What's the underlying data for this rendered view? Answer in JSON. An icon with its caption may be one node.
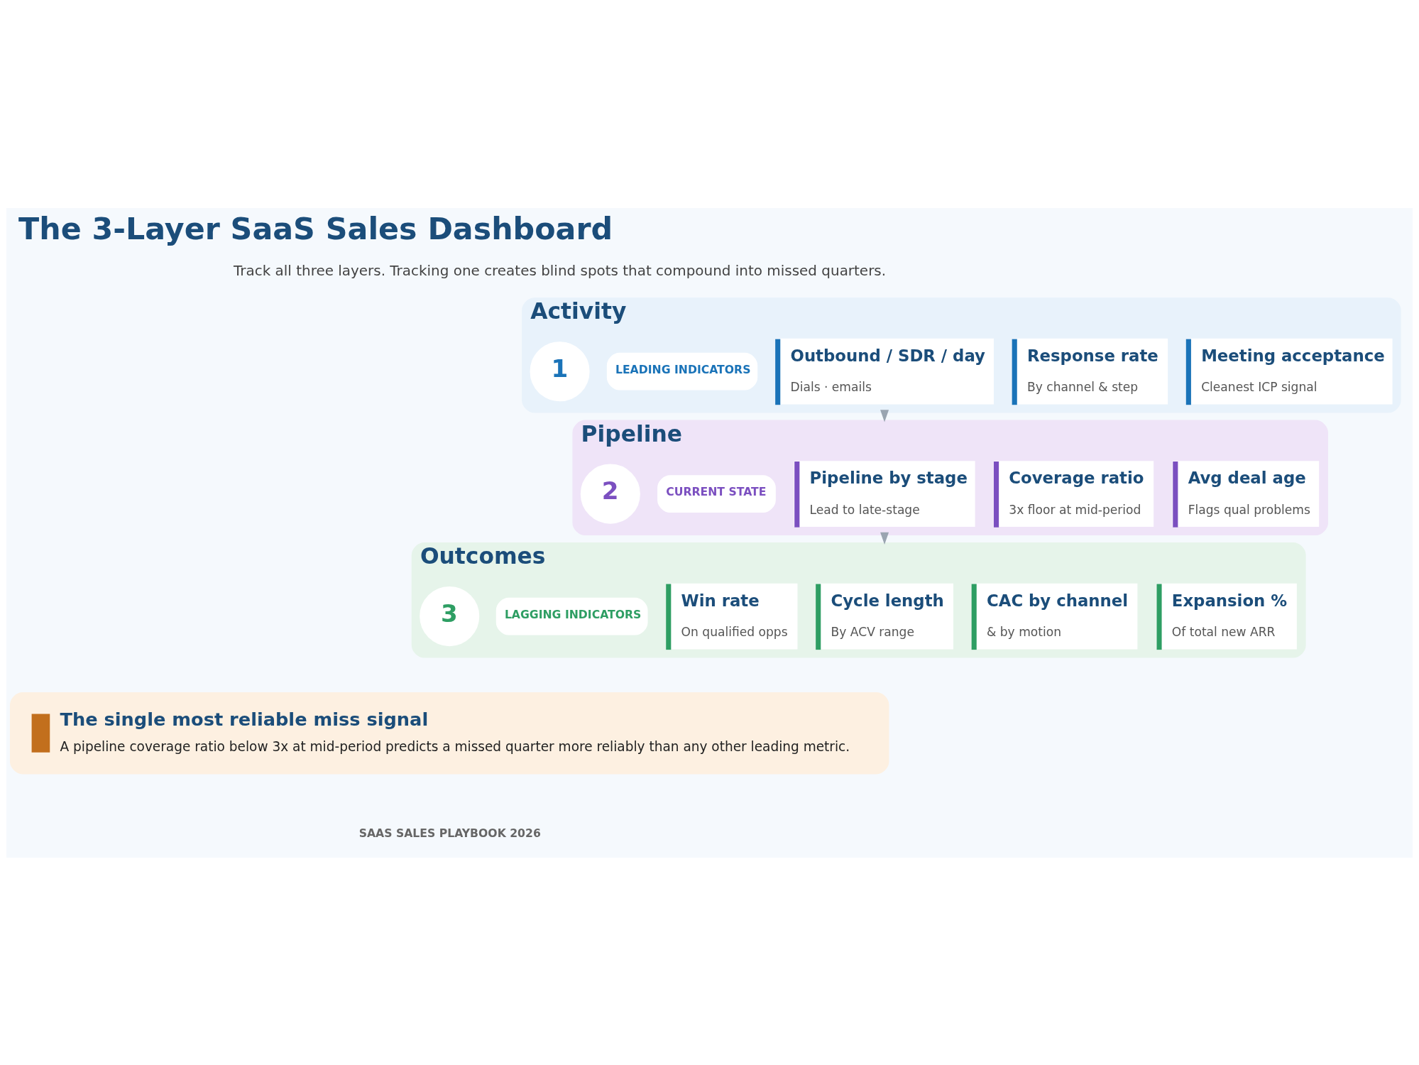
{
  "diagram": {
    "title": "The 3-Layer SaaS Sales Dashboard",
    "nodes": [
      {
        "text": [
          "Activity"
        ]
      },
      {
        "text": [
          "1"
        ],
        "in": 0
      },
      {
        "text": [
          "LEADING INDICATORS"
        ],
        "in": 0
      },
      {
        "text": [
          "Outbound / SDR / day",
          "Dials · emails"
        ],
        "in": 0
      },
      {
        "text": [
          "Response rate",
          "By channel & step"
        ],
        "in": 0
      },
      {
        "text": [
          "Meeting acceptance",
          "Cleanest ICP signal"
        ],
        "in": 0
      },
      {
        "text": [
          "Pipeline"
        ]
      },
      {
        "text": [
          "2"
        ],
        "in": 6
      },
      {
        "text": [
          "CURRENT STATE"
        ],
        "in": 6
      },
      {
        "text": [
          "Pipeline by stage",
          "Lead to late-stage"
        ],
        "in": 6
      },
      {
        "text": [
          "Coverage ratio",
          "3x floor at mid-period"
        ],
        "in": 6
      },
      {
        "text": [
          "Avg deal age",
          "Flags qual problems"
        ],
        "in": 6
      },
      {
        "text": [
          "Outcomes"
        ]
      },
      {
        "text": [
          "3"
        ],
        "in": 12
      },
      {
        "text": [
          "LAGGING INDICATORS"
        ],
        "in": 12
      },
      {
        "text": [
          "Win rate",
          "On qualified opps"
        ],
        "in": 12
      },
      {
        "text": [
          "Cycle length",
          "By ACV range"
        ],
        "in": 12
      },
      {
        "text": [
          "CAC by channel",
          "& by motion"
        ],
        "in": 12
      },
      {
        "text": [
          "Expansion %",
          "Of total new ARR"
        ],
        "in": 12
      },
      {
        "text": [
          "The single most reliable miss signal",
          "A pipeline coverage ratio below 3x at mid-period predicts a missed quarter more reliably than any other leading metric."
        ]
      }
    ],
    "edges": [
      {
        "from": 0,
        "to": 6,
        "arrow": "to"
      },
      {
        "from": 6,
        "to": 12,
        "arrow": "to"
      }
    ],
    "labels": [
      "Track all three layers. Tracking one creates blind spots that compound into missed quarters.",
      "SAAS SALES PLAYBOOK 2026"
    ]
  }
}
